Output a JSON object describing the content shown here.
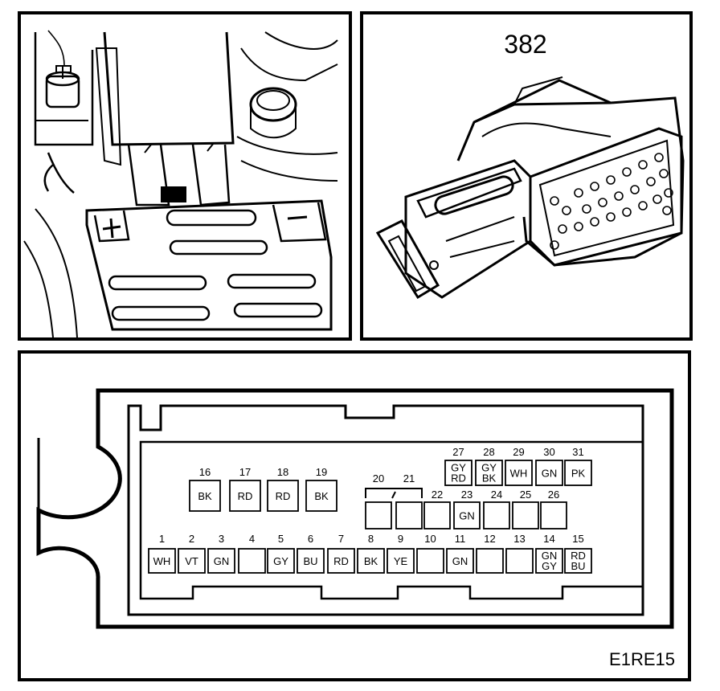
{
  "connector_number": "382",
  "figure_code": "E1RE15",
  "upper_row": [
    {
      "pin": "27",
      "color": [
        "GY",
        "RD"
      ]
    },
    {
      "pin": "28",
      "color": [
        "GY",
        "BK"
      ]
    },
    {
      "pin": "29",
      "color": [
        "WH"
      ]
    },
    {
      "pin": "30",
      "color": [
        "GN"
      ]
    },
    {
      "pin": "31",
      "color": [
        "PK"
      ]
    }
  ],
  "top_group": [
    {
      "pin": "16",
      "color": [
        "BK"
      ]
    },
    {
      "pin": "17",
      "color": [
        "RD"
      ]
    },
    {
      "pin": "18",
      "color": [
        "RD"
      ]
    },
    {
      "pin": "19",
      "color": [
        "BK"
      ]
    }
  ],
  "middle_row": [
    {
      "pin": "20",
      "color": []
    },
    {
      "pin": "21",
      "color": []
    },
    {
      "pin": "22",
      "color": []
    },
    {
      "pin": "23",
      "color": [
        "GN"
      ]
    },
    {
      "pin": "24",
      "color": []
    },
    {
      "pin": "25",
      "color": []
    },
    {
      "pin": "26",
      "color": []
    }
  ],
  "bottom_row": [
    {
      "pin": "1",
      "color": [
        "WH"
      ]
    },
    {
      "pin": "2",
      "color": [
        "VT"
      ]
    },
    {
      "pin": "3",
      "color": [
        "GN"
      ]
    },
    {
      "pin": "4",
      "color": []
    },
    {
      "pin": "5",
      "color": [
        "GY"
      ]
    },
    {
      "pin": "6",
      "color": [
        "BU"
      ]
    },
    {
      "pin": "7",
      "color": [
        "RD"
      ]
    },
    {
      "pin": "8",
      "color": [
        "BK"
      ]
    },
    {
      "pin": "9",
      "color": [
        "YE"
      ]
    },
    {
      "pin": "10",
      "color": []
    },
    {
      "pin": "11",
      "color": [
        "GN"
      ]
    },
    {
      "pin": "12",
      "color": []
    },
    {
      "pin": "13",
      "color": []
    },
    {
      "pin": "14",
      "color": [
        "GN",
        "GY"
      ]
    },
    {
      "pin": "15",
      "color": [
        "RD",
        "BU"
      ]
    }
  ]
}
